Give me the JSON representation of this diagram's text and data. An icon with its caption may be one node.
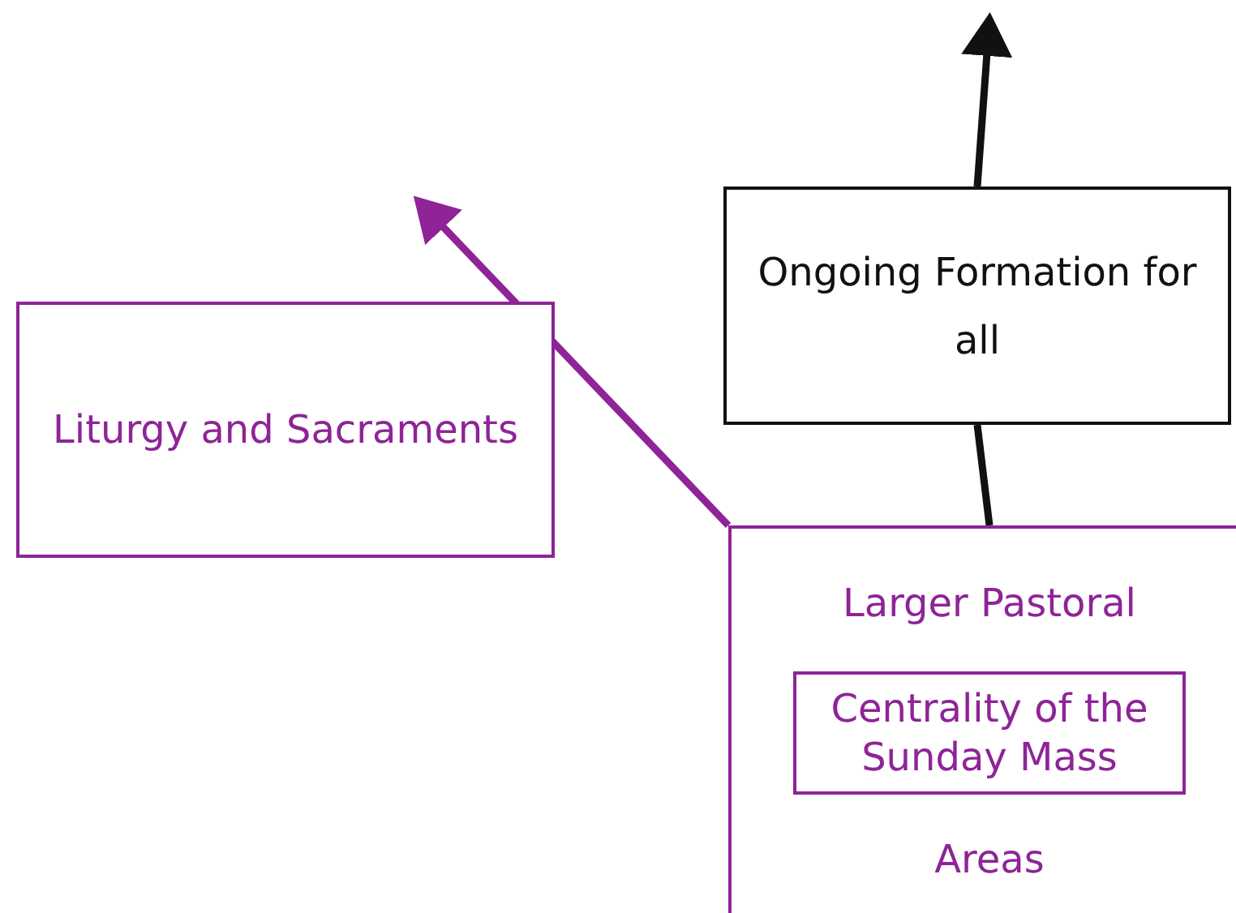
{
  "diagram": {
    "nodes": [
      {
        "text": [
          "Larger Pastoral",
          "Areas"
        ]
      },
      {
        "text": [
          "Centrality of the Sunday Mass"
        ],
        "in": 0
      },
      {
        "text": [
          "Liturgy and Sacraments"
        ]
      },
      {
        "text": [
          "Ongoing Formation for all"
        ]
      }
    ],
    "edges": [
      {
        "from": 0,
        "to": null,
        "arrow": "to",
        "color": "#8e2497"
      },
      {
        "from": 0,
        "to": 3,
        "arrow": "none",
        "color": "#111111"
      },
      {
        "from": 3,
        "to": null,
        "arrow": "to",
        "color": "#111111"
      }
    ]
  }
}
